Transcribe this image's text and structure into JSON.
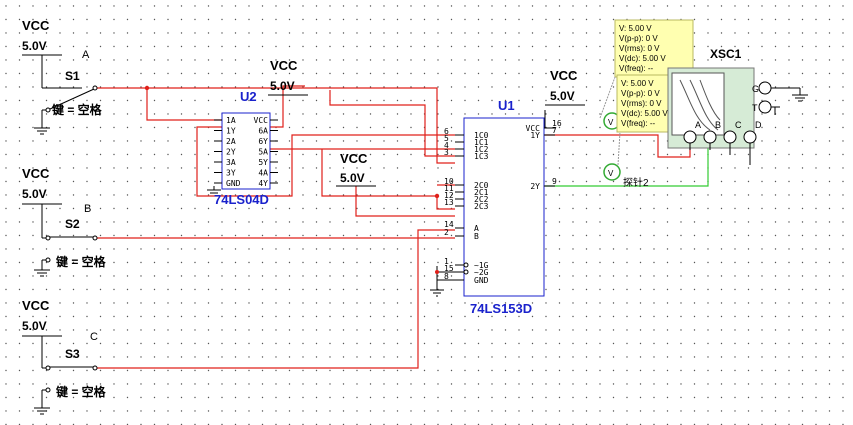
{
  "colors": {
    "wire_red": "#e0201a",
    "wire_green": "#33cc33",
    "chip_blue": "#1a22cc",
    "probe_bg": "#ffffb0",
    "scope_bg": "#d6ebd6"
  },
  "supplies": [
    {
      "name": "VCC",
      "value": "5.0V"
    },
    {
      "name": "VCC",
      "value": "5.0V"
    },
    {
      "name": "VCC",
      "value": "5.0V"
    },
    {
      "name": "VCC",
      "value": "5.0V"
    },
    {
      "name": "VCC",
      "value": "5.0V"
    },
    {
      "name": "VCC",
      "value": "5.0V"
    }
  ],
  "switches": [
    {
      "ref": "S1",
      "node": "A",
      "key": "键 = 空格"
    },
    {
      "ref": "S2",
      "node": "B",
      "key": "键 = 空格"
    },
    {
      "ref": "S3",
      "node": "C",
      "key": "键 = 空格"
    }
  ],
  "u2": {
    "ref": "U2",
    "part": "74LS04D",
    "left_pins": [
      "1A",
      "1Y",
      "2A",
      "2Y",
      "3A",
      "3Y",
      "GND"
    ],
    "right_pins": [
      "VCC",
      "6A",
      "6Y",
      "5A",
      "5Y",
      "4A",
      "4Y"
    ]
  },
  "u1": {
    "ref": "U1",
    "part": "74LS153D",
    "left_pins": [
      {
        "num": "6",
        "name": "1C0"
      },
      {
        "num": "5",
        "name": "1C1"
      },
      {
        "num": "4",
        "name": "1C2"
      },
      {
        "num": "3",
        "name": "1C3"
      },
      {
        "num": "10",
        "name": "2C0"
      },
      {
        "num": "11",
        "name": "2C1"
      },
      {
        "num": "12",
        "name": "2C2"
      },
      {
        "num": "13",
        "name": "2C3"
      },
      {
        "num": "14",
        "name": "A"
      },
      {
        "num": "2",
        "name": "B"
      },
      {
        "num": "1",
        "name": "~1G"
      },
      {
        "num": "15",
        "name": "~2G"
      },
      {
        "num": "8",
        "name": "GND"
      }
    ],
    "right_pins": [
      {
        "num": "16",
        "name": "VCC"
      },
      {
        "num": "7",
        "name": "1Y"
      },
      {
        "num": "9",
        "name": "2Y"
      }
    ]
  },
  "probe1": {
    "lines": [
      "V: 5.00 V",
      "V(p-p): 0 V",
      "V(rms): 0 V",
      "V(dc): 5.00 V",
      "V(freq): --"
    ]
  },
  "probe2": {
    "lines": [
      "V: 5.00 V",
      "V(p-p): 0 V",
      "V(rms): 0 V",
      "V(dc): 5.00 V",
      "V(freq): --"
    ],
    "name": "探针2"
  },
  "scope": {
    "ref": "XSC1",
    "side_terminals": [
      "G",
      "T"
    ],
    "bottom_terminals": [
      "A",
      "B",
      "C",
      "D"
    ]
  },
  "probe_glyph": "V"
}
